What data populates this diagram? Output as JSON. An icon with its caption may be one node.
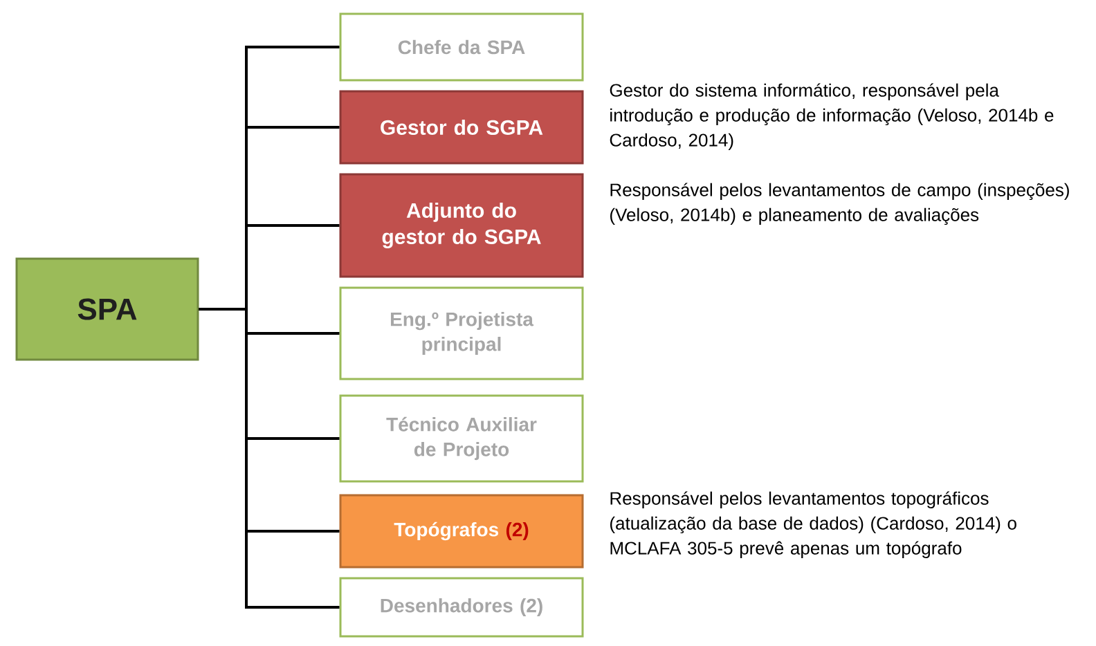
{
  "diagram": {
    "nodes": [
      {
        "text": [
          "SPA"
        ]
      },
      {
        "text": [
          "Chefe da SPA"
        ]
      },
      {
        "text": [
          "Gestor do SGPA"
        ],
        "beside": [
          "Gestor do sistema informático, responsável pela introdução e produção de informação (Veloso, 2014b e Cardoso, 2014)"
        ]
      },
      {
        "text": [
          "Adjunto do gestor do SGPA"
        ],
        "beside": [
          "Responsável pelos levantamentos de campo (inspeções) (Veloso, 2014b) e planeamento de avaliações"
        ]
      },
      {
        "text": [
          "Eng.º Projetista principal"
        ]
      },
      {
        "text": [
          "Técnico Auxiliar de Projeto"
        ]
      },
      {
        "text": [
          "Topógrafos",
          "(2)"
        ],
        "beside": [
          "Responsável pelos levantamentos topográficos (atualização da base de dados) (Cardoso, 2014) o MCLAFA 305-5 prevê apenas um topógrafo"
        ]
      },
      {
        "text": [
          "Desenhadores (2)"
        ]
      }
    ],
    "edges": [
      {
        "from": 0,
        "to": 1,
        "arrow": "none"
      },
      {
        "from": 0,
        "to": 2,
        "arrow": "none"
      },
      {
        "from": 0,
        "to": 3,
        "arrow": "none"
      },
      {
        "from": 0,
        "to": 4,
        "arrow": "none"
      },
      {
        "from": 0,
        "to": 5,
        "arrow": "none"
      },
      {
        "from": 0,
        "to": 6,
        "arrow": "none"
      },
      {
        "from": 0,
        "to": 7,
        "arrow": "none"
      }
    ]
  }
}
